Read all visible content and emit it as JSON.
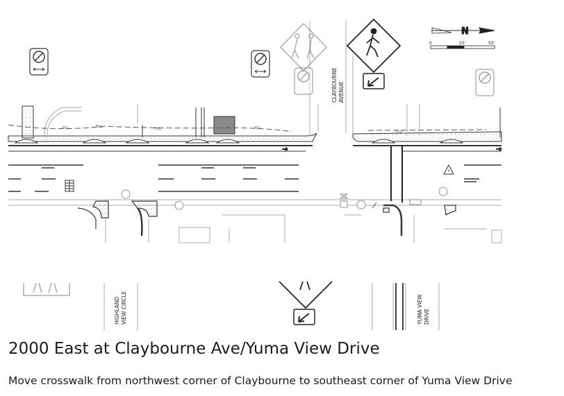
{
  "title": "2000 East at Claybourne Ave/Yuma View Drive",
  "caption": "Move crosswalk from northwest corner of Claybourne to southeast corner of Yuma View Drive",
  "plan": {
    "street_labels": {
      "claybourne_line1": "CLAYBOURNE",
      "claybourne_line2": "AVENUE",
      "highland_line1": "HIGHLAND",
      "highland_line2": "VIEW CIRCLE",
      "yuma_line1": "YUMA VIEW",
      "yuma_line2": "DRIVE"
    },
    "notes": {
      "fill_1": "FILL",
      "fill_2": "FILL",
      "fill_3": "FILL",
      "fill_4": "FILL",
      "cut": "CUT"
    },
    "scale_bar": {
      "start": "0",
      "mid": "25'",
      "end": "50'"
    },
    "north_arrow": "N",
    "colors": {
      "line": "#333333",
      "light": "#9a9a9a",
      "fill": "#8a8a8a"
    }
  }
}
